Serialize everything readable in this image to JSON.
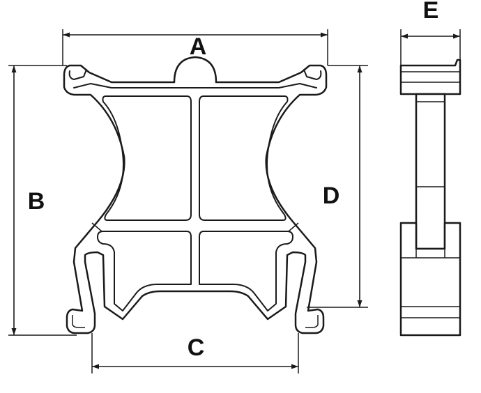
{
  "dimensions": {
    "A": "A",
    "B": "B",
    "C": "C",
    "D": "D",
    "E": "E"
  },
  "colors": {
    "line": "#1a1a1a",
    "background": "#ffffff",
    "label": "#111111"
  }
}
